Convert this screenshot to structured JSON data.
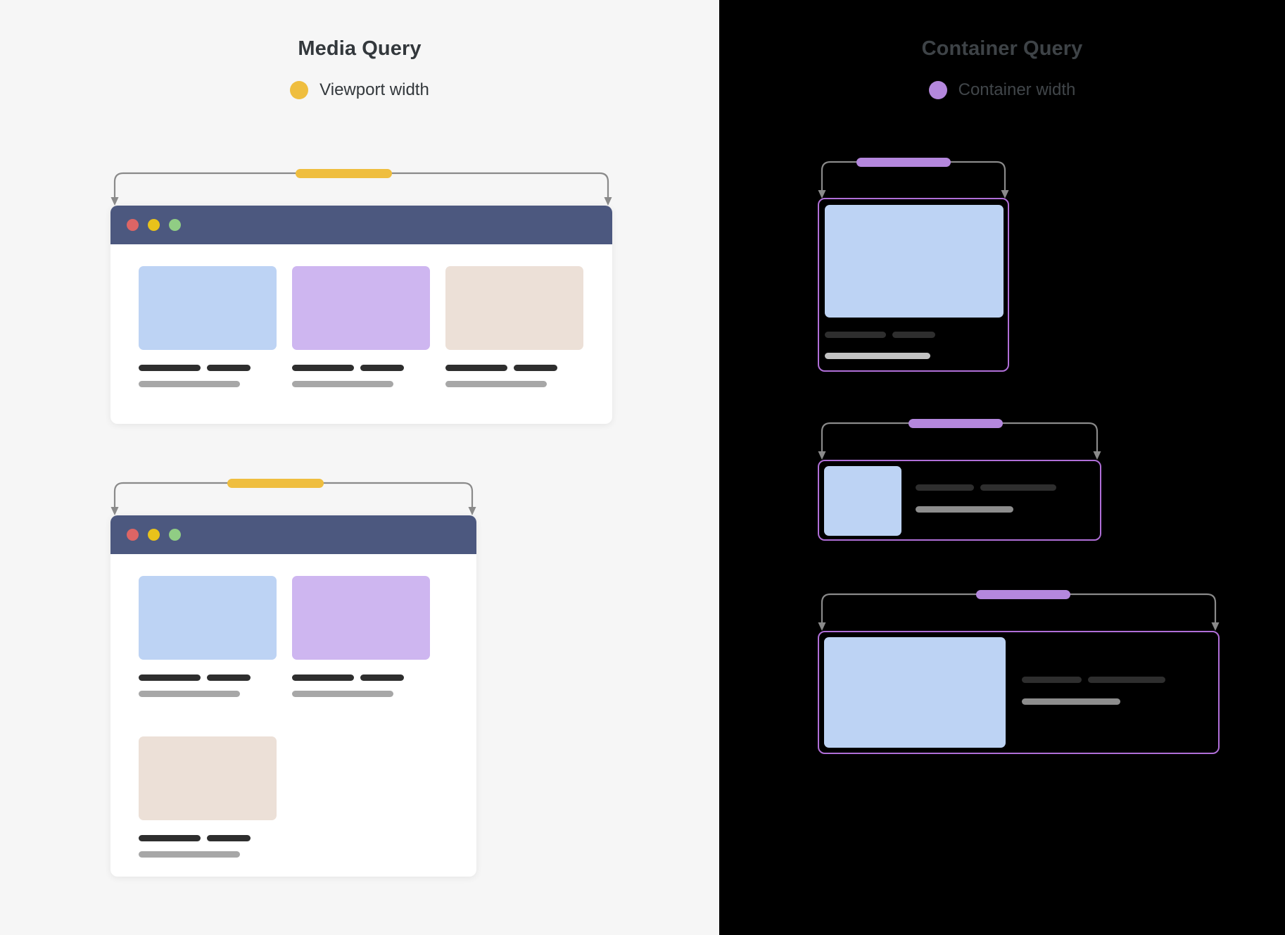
{
  "left": {
    "title": "Media Query",
    "legend": {
      "label": "Viewport width",
      "dot": "viewport-dot",
      "color": "#efbe3f"
    },
    "background": "#f6f6f6",
    "windows": [
      {
        "name": "wide-viewport-window",
        "titlebar_color": "#4c587f",
        "traffic_lights": [
          "red",
          "yellow",
          "green"
        ],
        "layout": "three-column",
        "cards": [
          {
            "thumb_color": "blue",
            "swatch": "#bdd3f4"
          },
          {
            "thumb_color": "purple",
            "swatch": "#ceb6f0"
          },
          {
            "thumb_color": "beige",
            "swatch": "#ece0d7"
          }
        ]
      },
      {
        "name": "narrow-viewport-window",
        "titlebar_color": "#4c587f",
        "traffic_lights": [
          "red",
          "yellow",
          "green"
        ],
        "layout": "two-column-wrap",
        "cards": [
          {
            "thumb_color": "blue",
            "swatch": "#bdd3f4"
          },
          {
            "thumb_color": "purple",
            "swatch": "#ceb6f0"
          },
          {
            "thumb_color": "beige",
            "swatch": "#ece0d7"
          }
        ]
      }
    ]
  },
  "right": {
    "title": "Container Query",
    "legend": {
      "label": "Container width",
      "dot": "container-dot",
      "color": "#b487dd"
    },
    "background": "#000000",
    "border_color": "#b06fd8",
    "cards": [
      {
        "name": "container-card-narrow",
        "layout": "stacked",
        "thumb_color": "#bdd3f4"
      },
      {
        "name": "container-card-medium",
        "layout": "horizontal",
        "thumb_color": "#bdd3f4"
      },
      {
        "name": "container-card-wide",
        "layout": "horizontal",
        "thumb_color": "#bdd3f4"
      }
    ]
  },
  "bracket": {
    "line_color": "#8a8a8a",
    "arrow": "down-arrow"
  }
}
